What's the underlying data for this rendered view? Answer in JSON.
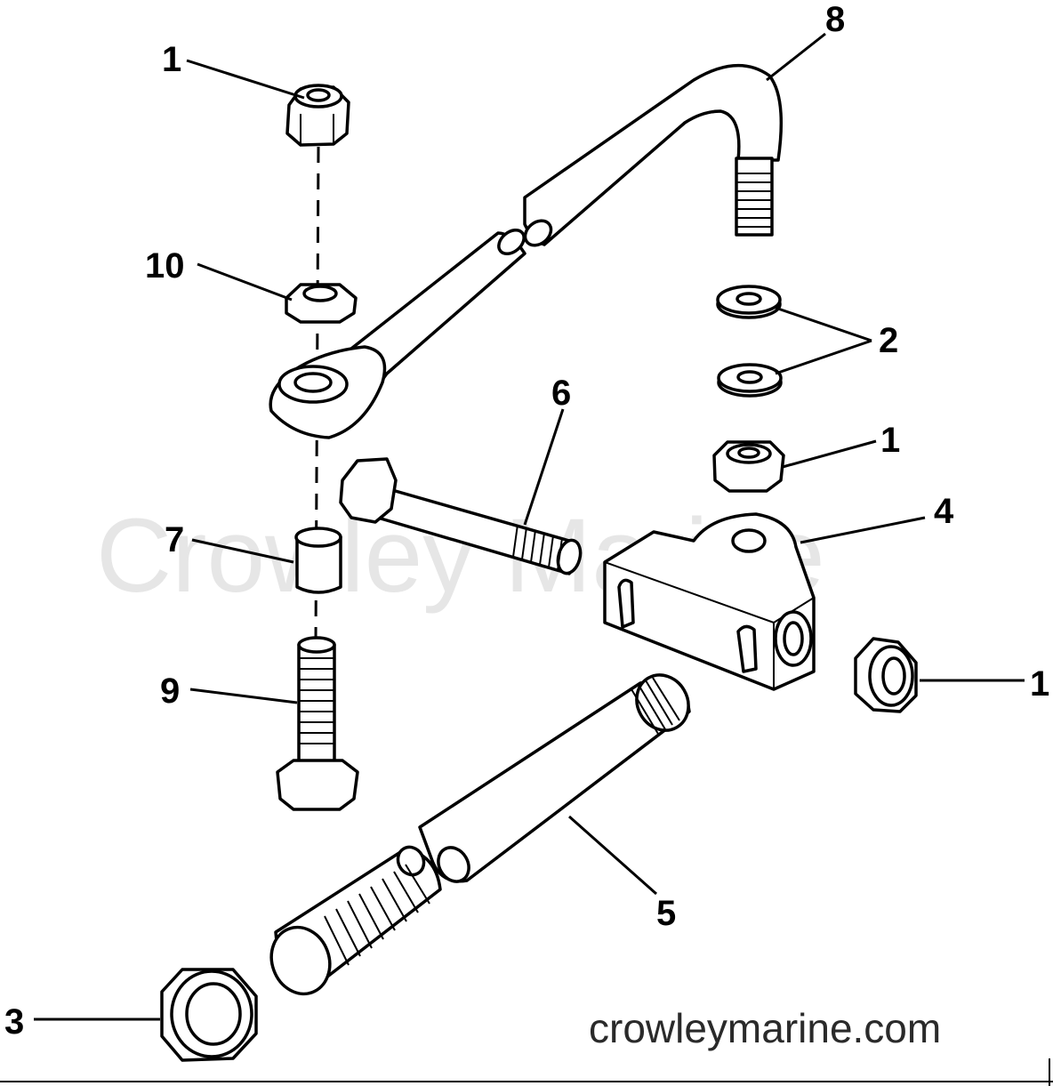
{
  "watermark": "Crowley Marine",
  "website": "crowleymarine.com",
  "callouts": {
    "c1_top": "1",
    "c10": "10",
    "c8": "8",
    "c2": "2",
    "c6": "6",
    "c1_mid": "1",
    "c4": "4",
    "c7": "7",
    "c9": "9",
    "c1_right": "1",
    "c5": "5",
    "c3": "3"
  },
  "parts": [
    {
      "number": "1",
      "name": "lock-nut"
    },
    {
      "number": "2",
      "name": "washer"
    },
    {
      "number": "3",
      "name": "nut"
    },
    {
      "number": "4",
      "name": "bracket"
    },
    {
      "number": "5",
      "name": "tube"
    },
    {
      "number": "6",
      "name": "bolt"
    },
    {
      "number": "7",
      "name": "spacer"
    },
    {
      "number": "8",
      "name": "link-rod"
    },
    {
      "number": "9",
      "name": "bolt"
    },
    {
      "number": "10",
      "name": "nut"
    }
  ]
}
